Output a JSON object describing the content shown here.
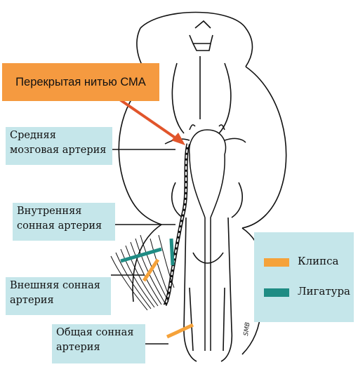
{
  "callout_occluded": "Перекрытая нитью СМА",
  "labels": {
    "mca": "Средняя мозговая артерия",
    "ica": "Внутренняя сонная артерия",
    "eca": "Внешняя сонная артерия",
    "cca": "Общая сонная артерия"
  },
  "legend": {
    "clip": {
      "label": "Клипса",
      "color": "#f5a23a"
    },
    "ligature": {
      "label": "Лигатура",
      "color": "#1f8c84"
    }
  },
  "colors": {
    "label_box": "#c5e6ea",
    "callout": "#f59a40",
    "arrow": "#e1552b",
    "line": "#111111"
  },
  "signature": "SMB"
}
